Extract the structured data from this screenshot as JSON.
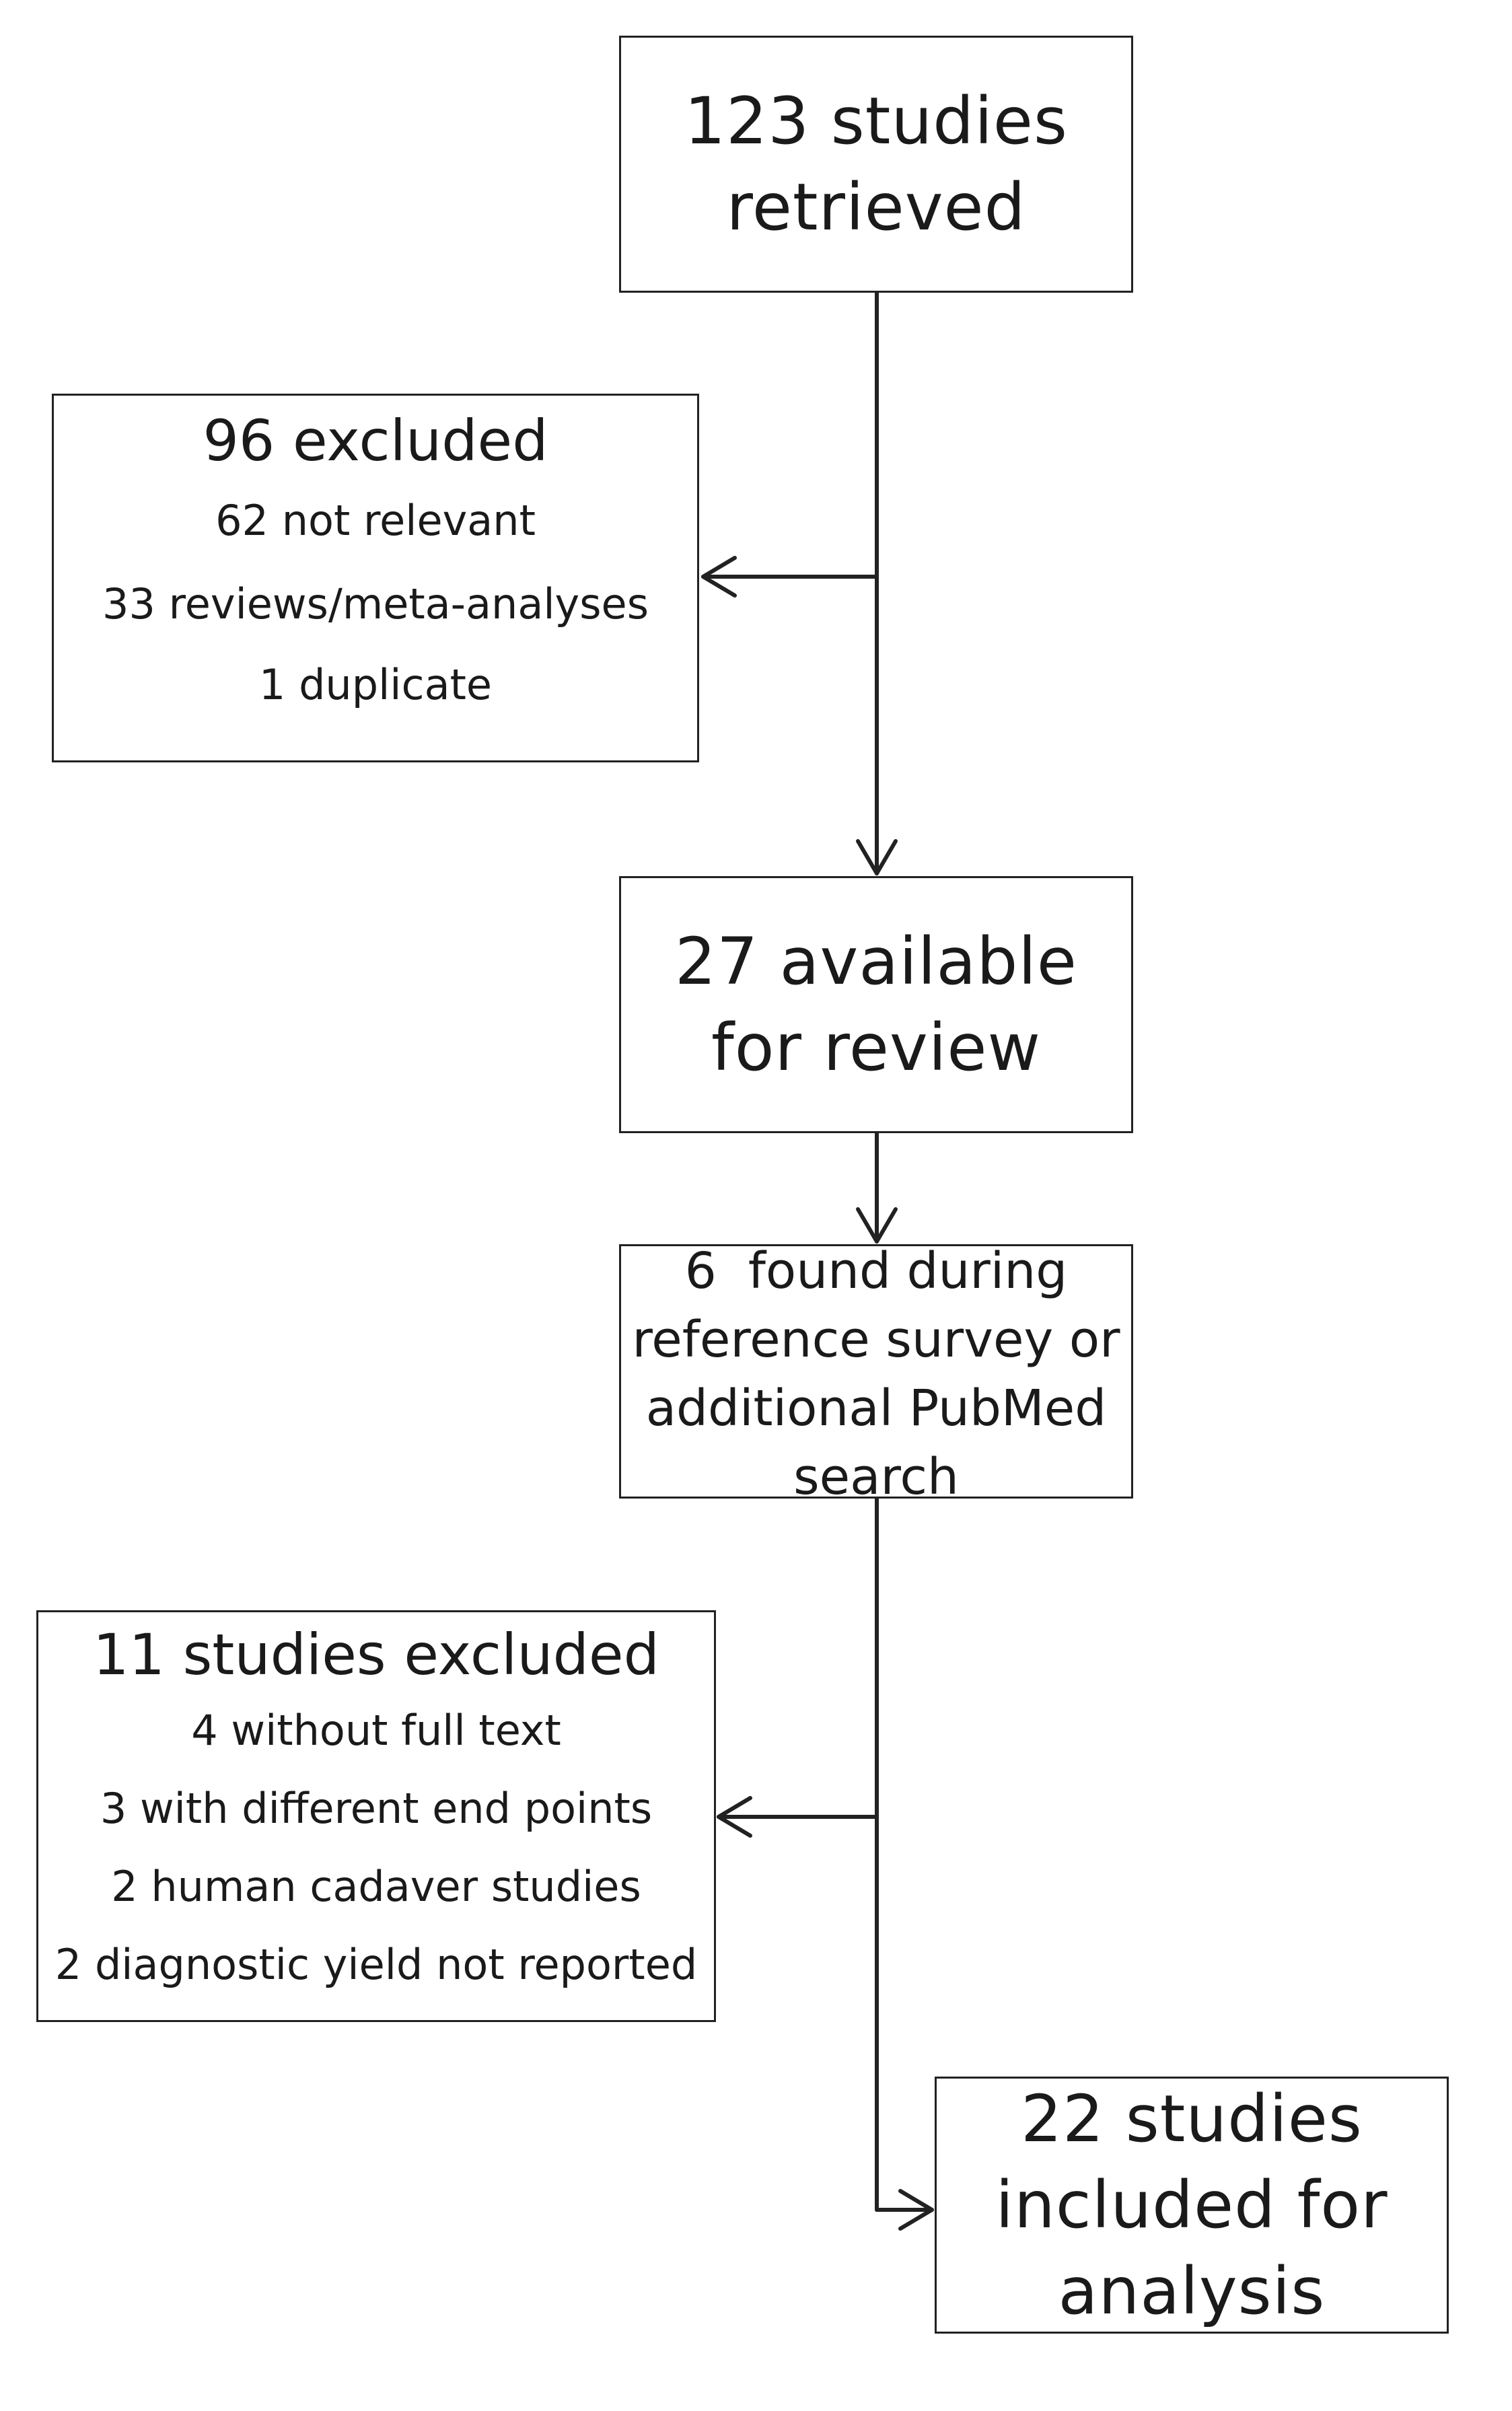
{
  "nodes": {
    "retrieved": {
      "lines": [
        "123 studies",
        "retrieved"
      ]
    },
    "excluded_first": {
      "title": "96 excluded",
      "items": [
        "62 not relevant",
        "33 reviews/meta-analyses",
        "1 duplicate"
      ]
    },
    "available": {
      "lines": [
        "27 available",
        "for review"
      ]
    },
    "found": {
      "lines": [
        "6  found during",
        "reference survey or",
        "additional PubMed",
        "search"
      ]
    },
    "excluded_second": {
      "title": "11 studies excluded",
      "items": [
        "4 without full text",
        "3 with different end points",
        "2 human cadaver studies",
        "2 diagnostic yield not reported"
      ]
    },
    "included": {
      "lines": [
        "22 studies",
        "included for",
        "analysis"
      ]
    }
  }
}
